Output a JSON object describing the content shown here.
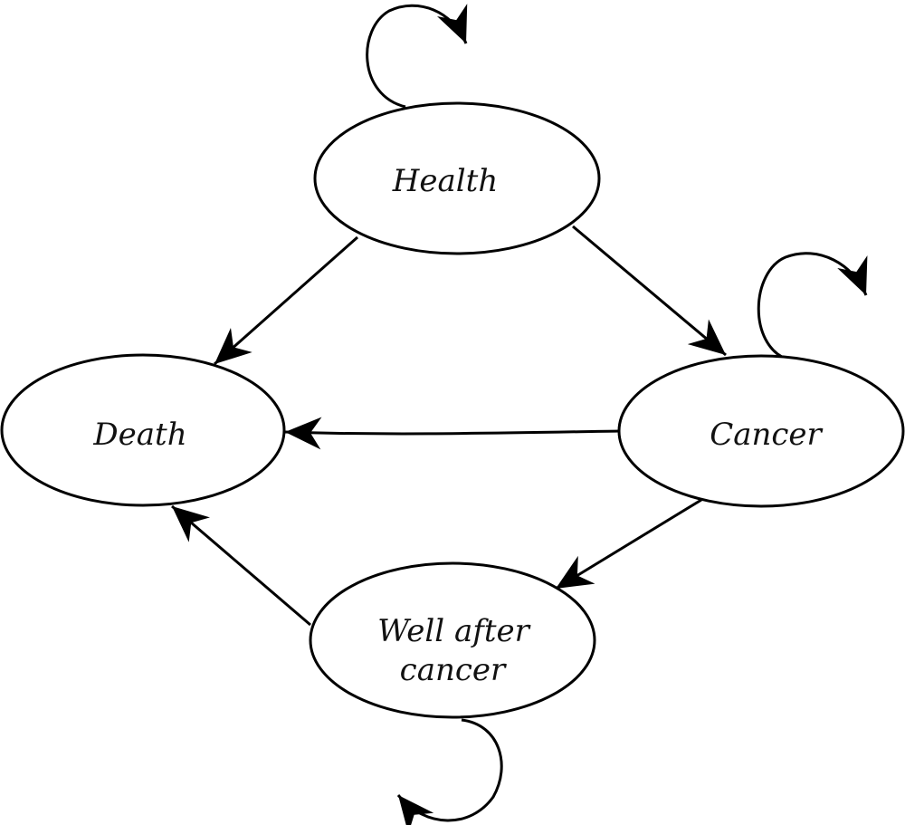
{
  "diagram": {
    "nodes": {
      "health": {
        "label": "Health"
      },
      "death": {
        "label": "Death"
      },
      "cancer": {
        "label": "Cancer"
      },
      "well_after": {
        "line1": "Well after",
        "line2": "cancer"
      }
    }
  },
  "colors": {
    "stroke": "#000000",
    "fill": "#ffffff"
  }
}
